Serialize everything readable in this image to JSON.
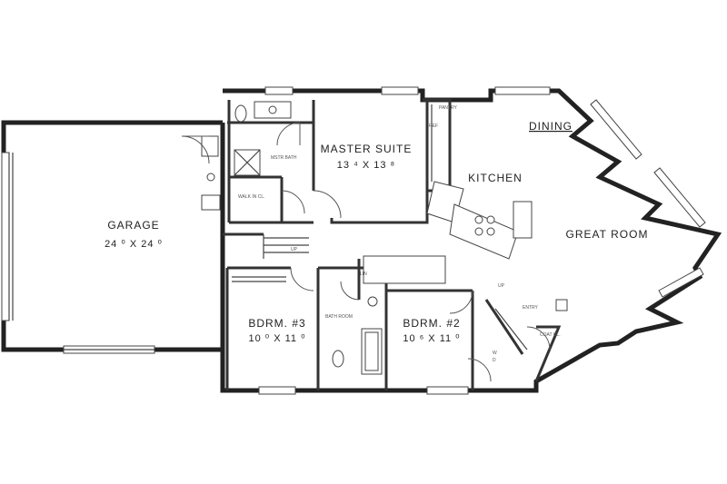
{
  "rooms": {
    "garage": {
      "name": "GARAGE",
      "dims": "24 ⁰ X 24 ⁰"
    },
    "master_suite": {
      "name": "MASTER SUITE",
      "dims": "13 ⁴ X 13 ⁸"
    },
    "kitchen": {
      "name": "KITCHEN"
    },
    "dining": {
      "name": "DINING"
    },
    "great_room": {
      "name": "GREAT ROOM"
    },
    "bedroom3": {
      "name": "BDRM. #3",
      "dims": "10 ⁰ X 11 ⁰"
    },
    "bedroom2": {
      "name": "BDRM. #2",
      "dims": "10 ⁶ X 11 ⁰"
    }
  },
  "small_labels": {
    "master_bath": "MSTR BATH",
    "walk_in_closet": "WALK IN CL.",
    "pantry": "PANTRY",
    "up": "UP",
    "up2": "UP",
    "bath": "BATH ROOM",
    "entry": "ENTRY",
    "coat": "COAT CL.",
    "linen": "LIN",
    "ref": "REF",
    "washer": "W",
    "dryer": "D"
  }
}
